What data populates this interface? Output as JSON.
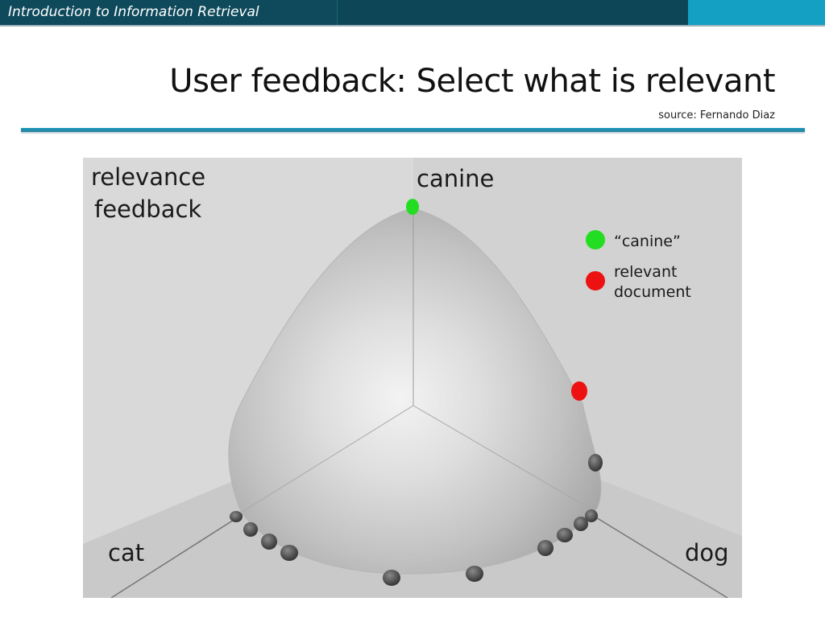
{
  "header": {
    "course_title": "Introduction to Information Retrieval",
    "colors": {
      "dark": "#0f4a5c",
      "accent": "#13a0c2"
    }
  },
  "slide": {
    "title": "User feedback: Select what is relevant",
    "source": "source: Fernando Diaz"
  },
  "figure": {
    "caption_line1": "relevance",
    "caption_line2": "feedback",
    "axes": {
      "top": "canine",
      "left": "cat",
      "right": "dog"
    },
    "legend": [
      {
        "label": "“canine”",
        "color": "#22dd22",
        "icon": "green-dot"
      },
      {
        "label_line1": "relevant",
        "label_line2": "document",
        "color": "#ee1111",
        "icon": "red-dot"
      }
    ]
  }
}
